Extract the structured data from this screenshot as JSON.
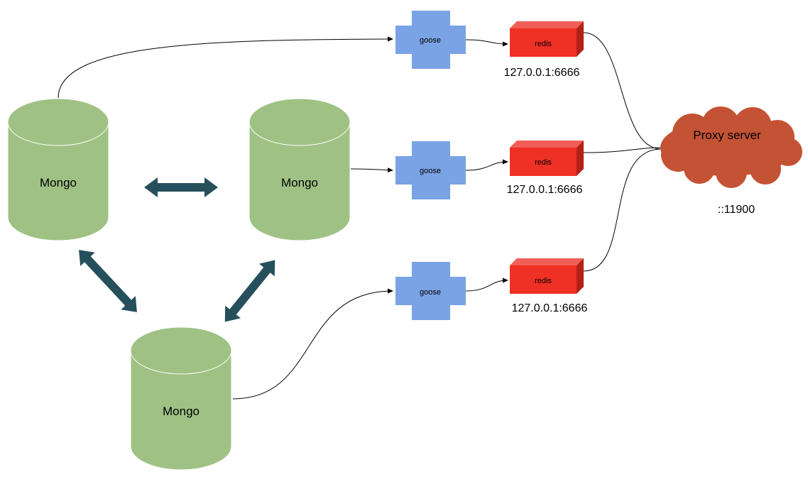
{
  "colors": {
    "mongo_fill": "#9fc284",
    "mongo_stroke": "#ffffff",
    "goose_fill": "#7aa3e5",
    "redis_front": "#ef3024",
    "redis_top": "#f15e56",
    "redis_side": "#b32018",
    "proxy_fill": "#c45234",
    "bidirectional_arrow": "#264f5c",
    "connector": "#000000"
  },
  "mongo_nodes": [
    {
      "id": "mongo-1",
      "label": "Mongo"
    },
    {
      "id": "mongo-2",
      "label": "Mongo"
    },
    {
      "id": "mongo-3",
      "label": "Mongo"
    }
  ],
  "goose_nodes": [
    {
      "id": "goose-1",
      "label": "goose"
    },
    {
      "id": "goose-2",
      "label": "goose"
    },
    {
      "id": "goose-3",
      "label": "goose"
    }
  ],
  "redis_nodes": [
    {
      "id": "redis-1",
      "label": "redis",
      "address": "127.0.0.1:6666"
    },
    {
      "id": "redis-2",
      "label": "redis",
      "address": "127.0.0.1:6666"
    },
    {
      "id": "redis-3",
      "label": "redis",
      "address": "127.0.0.1:6666"
    }
  ],
  "proxy": {
    "label": "Proxy server",
    "port": "::11900",
    "icon": "cloud-shape"
  },
  "edges": [
    {
      "from": "mongo-1",
      "to": "goose-1",
      "style": "arrow"
    },
    {
      "from": "mongo-2",
      "to": "goose-2",
      "style": "arrow"
    },
    {
      "from": "mongo-3",
      "to": "goose-3",
      "style": "arrow"
    },
    {
      "from": "goose-1",
      "to": "redis-1",
      "style": "arrow"
    },
    {
      "from": "goose-2",
      "to": "redis-2",
      "style": "arrow"
    },
    {
      "from": "goose-3",
      "to": "redis-3",
      "style": "arrow"
    },
    {
      "from": "redis-1",
      "to": "proxy",
      "style": "line"
    },
    {
      "from": "redis-2",
      "to": "proxy",
      "style": "line"
    },
    {
      "from": "redis-3",
      "to": "proxy",
      "style": "line"
    },
    {
      "from": "mongo-1",
      "to": "mongo-2",
      "style": "bidirectional"
    },
    {
      "from": "mongo-1",
      "to": "mongo-3",
      "style": "bidirectional"
    },
    {
      "from": "mongo-2",
      "to": "mongo-3",
      "style": "bidirectional"
    }
  ]
}
